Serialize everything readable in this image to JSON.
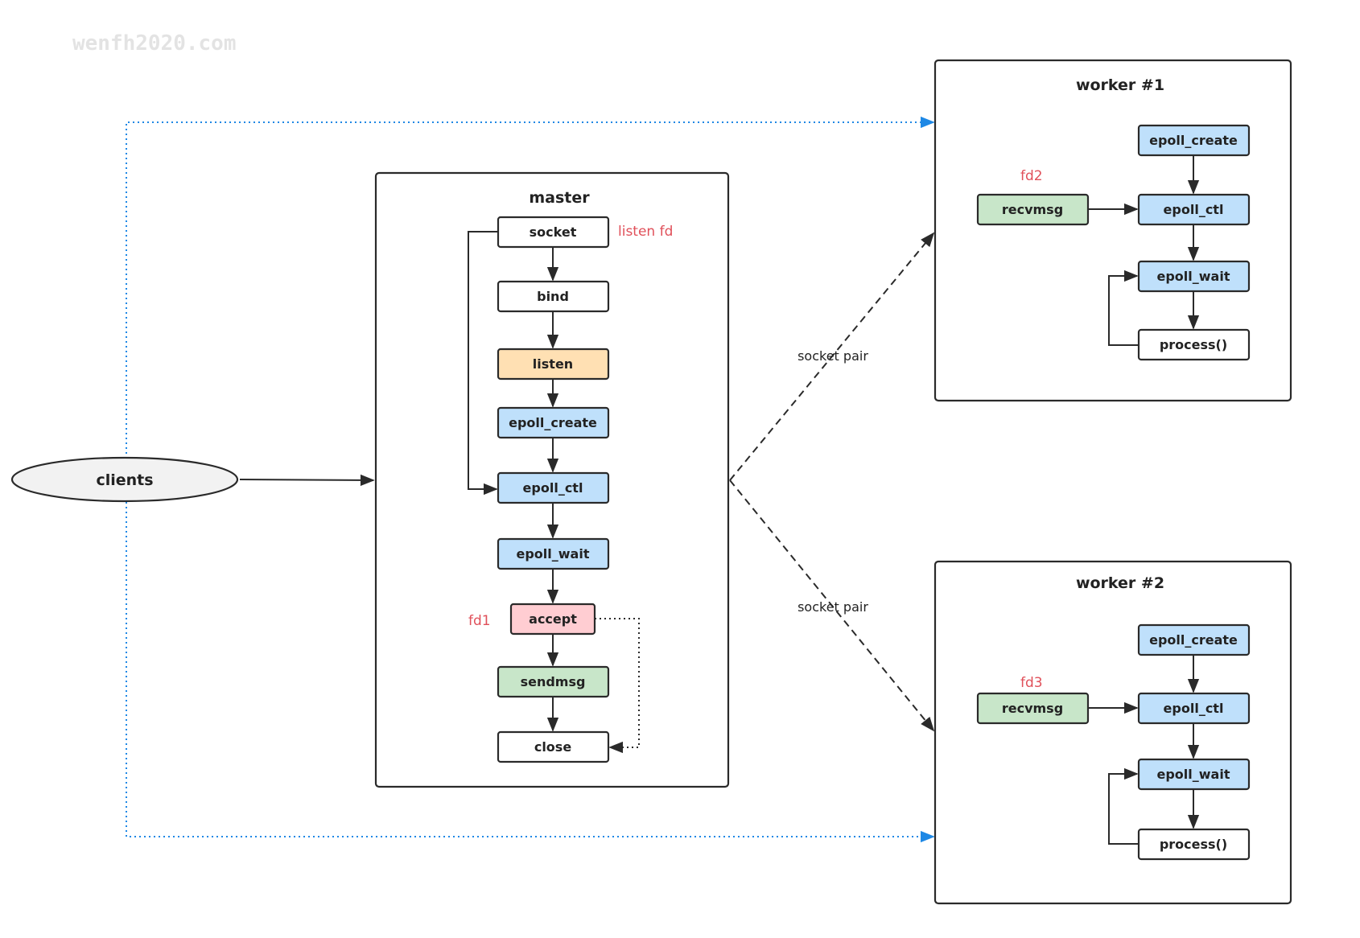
{
  "watermark": "wenfh2020.com",
  "clients": {
    "label": "clients"
  },
  "master": {
    "title": "master",
    "socket": "socket",
    "bind": "bind",
    "listen": "listen",
    "epoll_create": "epoll_create",
    "epoll_ctl": "epoll_ctl",
    "epoll_wait": "epoll_wait",
    "accept": "accept",
    "sendmsg": "sendmsg",
    "close": "close",
    "listen_fd_note": "listen fd",
    "fd1_note": "fd1"
  },
  "links": {
    "socket_pair_1": "socket pair",
    "socket_pair_2": "socket pair"
  },
  "worker1": {
    "title": "worker #1",
    "fd_note": "fd2",
    "recvmsg": "recvmsg",
    "epoll_create": "epoll_create",
    "epoll_ctl": "epoll_ctl",
    "epoll_wait": "epoll_wait",
    "process": "process()"
  },
  "worker2": {
    "title": "worker #2",
    "fd_note": "fd3",
    "recvmsg": "recvmsg",
    "epoll_create": "epoll_create",
    "epoll_ctl": "epoll_ctl",
    "epoll_wait": "epoll_wait",
    "process": "process()"
  },
  "colors": {
    "white": "#ffffff",
    "blue": "#bfe0fb",
    "orange": "#ffe0b3",
    "green": "#c8e6c9",
    "pink": "#ffcdd2",
    "ellipse": "#f2f2f2",
    "note_red": "#e0505a",
    "dotted_blue": "#1e88e5"
  }
}
